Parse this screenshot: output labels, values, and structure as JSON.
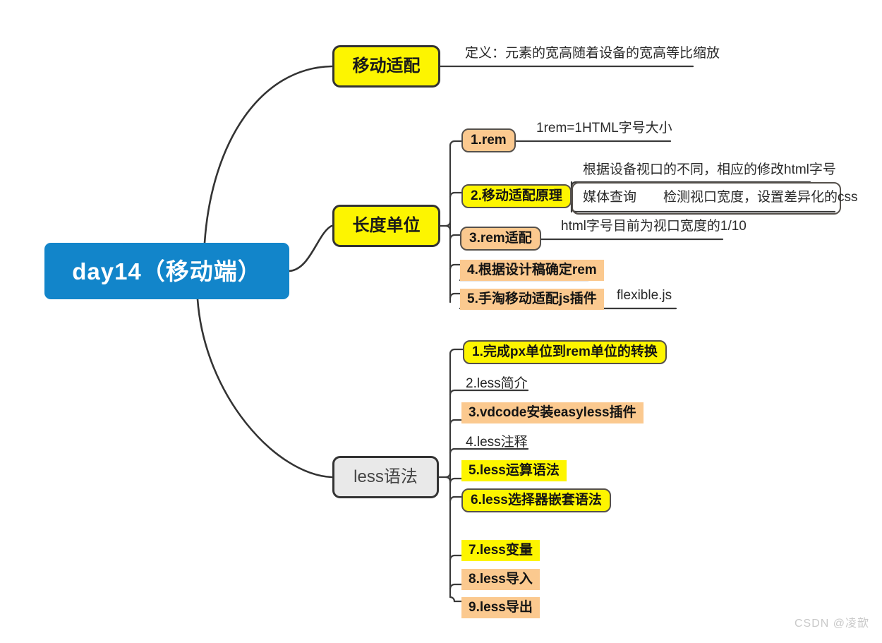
{
  "mindmap": {
    "root": {
      "label": "day14（移动端）",
      "color": "#1285ca"
    },
    "branches": [
      {
        "label": "移动适配",
        "style": "yellow",
        "children": [
          {
            "label": "定义：元素的宽高随着设备的宽高等比缩放",
            "style": "plain"
          }
        ]
      },
      {
        "label": "长度单位",
        "style": "yellow",
        "children": [
          {
            "label": "1.rem",
            "style": "box-orange",
            "children": [
              {
                "label": "1rem=1HTML字号大小",
                "style": "plain"
              }
            ]
          },
          {
            "label": "2.移动适配原理",
            "style": "box-yellow",
            "children": [
              {
                "label": "根据设备视口的不同，相应的修改html字号",
                "style": "plain"
              },
              {
                "label": "媒体查询",
                "style": "plain",
                "children": [
                  {
                    "label": "检测视口宽度，设置差异化的css",
                    "style": "plain"
                  }
                ]
              }
            ]
          },
          {
            "label": "3.rem适配",
            "style": "box-orange",
            "children": [
              {
                "label": "html字号目前为视口宽度的1/10",
                "style": "plain"
              }
            ]
          },
          {
            "label": "4.根据设计稿确定rem",
            "style": "hl-orange"
          },
          {
            "label": "5.手淘移动适配js插件",
            "style": "hl-orange",
            "children": [
              {
                "label": "flexible.js",
                "style": "plain"
              }
            ]
          }
        ]
      },
      {
        "label": "less语法",
        "style": "grey",
        "children": [
          {
            "label": "1.完成px单位到rem单位的转换",
            "style": "box-yellow"
          },
          {
            "label": "2.less简介",
            "style": "plain"
          },
          {
            "label": "3.vdcode安装easyless插件",
            "style": "hl-orange"
          },
          {
            "label": "4.less注释",
            "style": "plain"
          },
          {
            "label": "5.less运算语法",
            "style": "hl-yellow"
          },
          {
            "label": "6.less选择器嵌套语法",
            "style": "box-yellow"
          },
          {
            "label": "7.less变量",
            "style": "hl-yellow"
          },
          {
            "label": "8.less导入",
            "style": "hl-orange"
          },
          {
            "label": "9.less导出",
            "style": "hl-orange"
          }
        ]
      }
    ],
    "watermark": "CSDN @凌歆",
    "colors": {
      "root_blue": "#1285ca",
      "highlight_yellow": "#fdf500",
      "highlight_orange": "#fbc98f",
      "node_grey": "#e9e9e9",
      "line": "#333333"
    }
  }
}
